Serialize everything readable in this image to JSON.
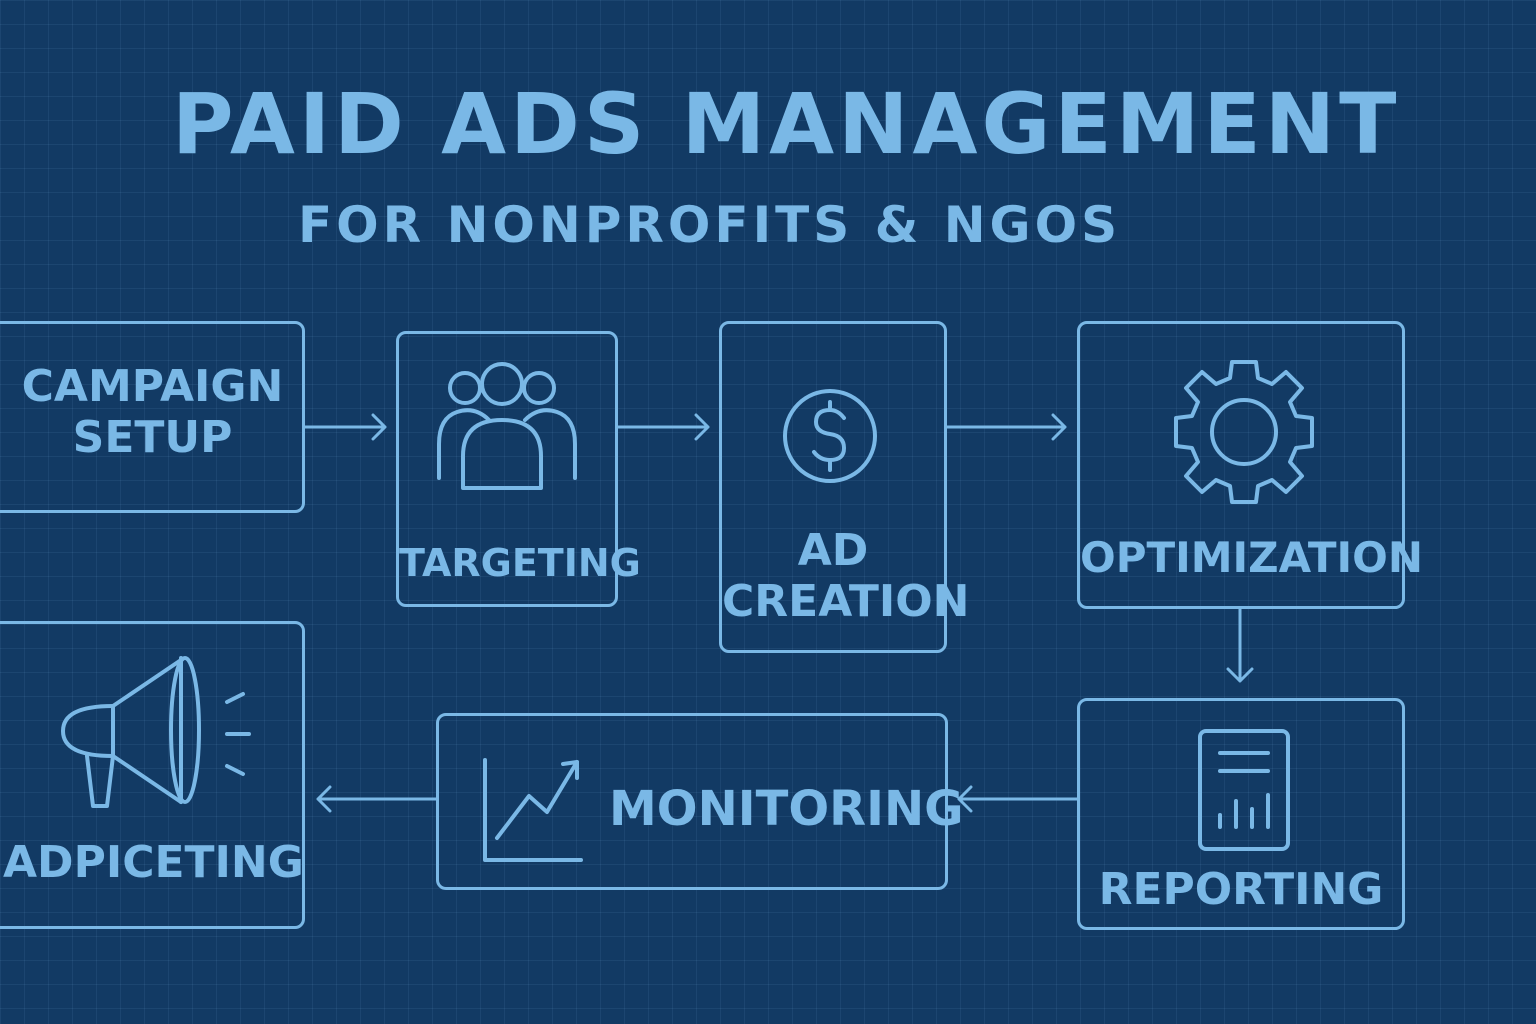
{
  "header": {
    "title": "PAID ADS MANAGEMENT",
    "subtitle": "FOR NONPROFITS & NGOS"
  },
  "steps": {
    "campaign_setup": "CAMPAIGN\nSETUP",
    "targeting": "TARGETING",
    "ad_creation": "AD\nCREATION",
    "optimization": "OPTIMIZATION",
    "reporting": "REPORTING",
    "monitoring": "MONITORING",
    "adpiceting": "ADPICETING"
  },
  "icons": {
    "targeting": "people-group-icon",
    "ad_creation": "dollar-circle-icon",
    "optimization": "gear-icon",
    "reporting": "report-chart-icon",
    "monitoring": "trend-chart-icon",
    "adpiceting": "megaphone-icon"
  },
  "colors": {
    "background": "#123a64",
    "line": "#7ab8e6"
  }
}
